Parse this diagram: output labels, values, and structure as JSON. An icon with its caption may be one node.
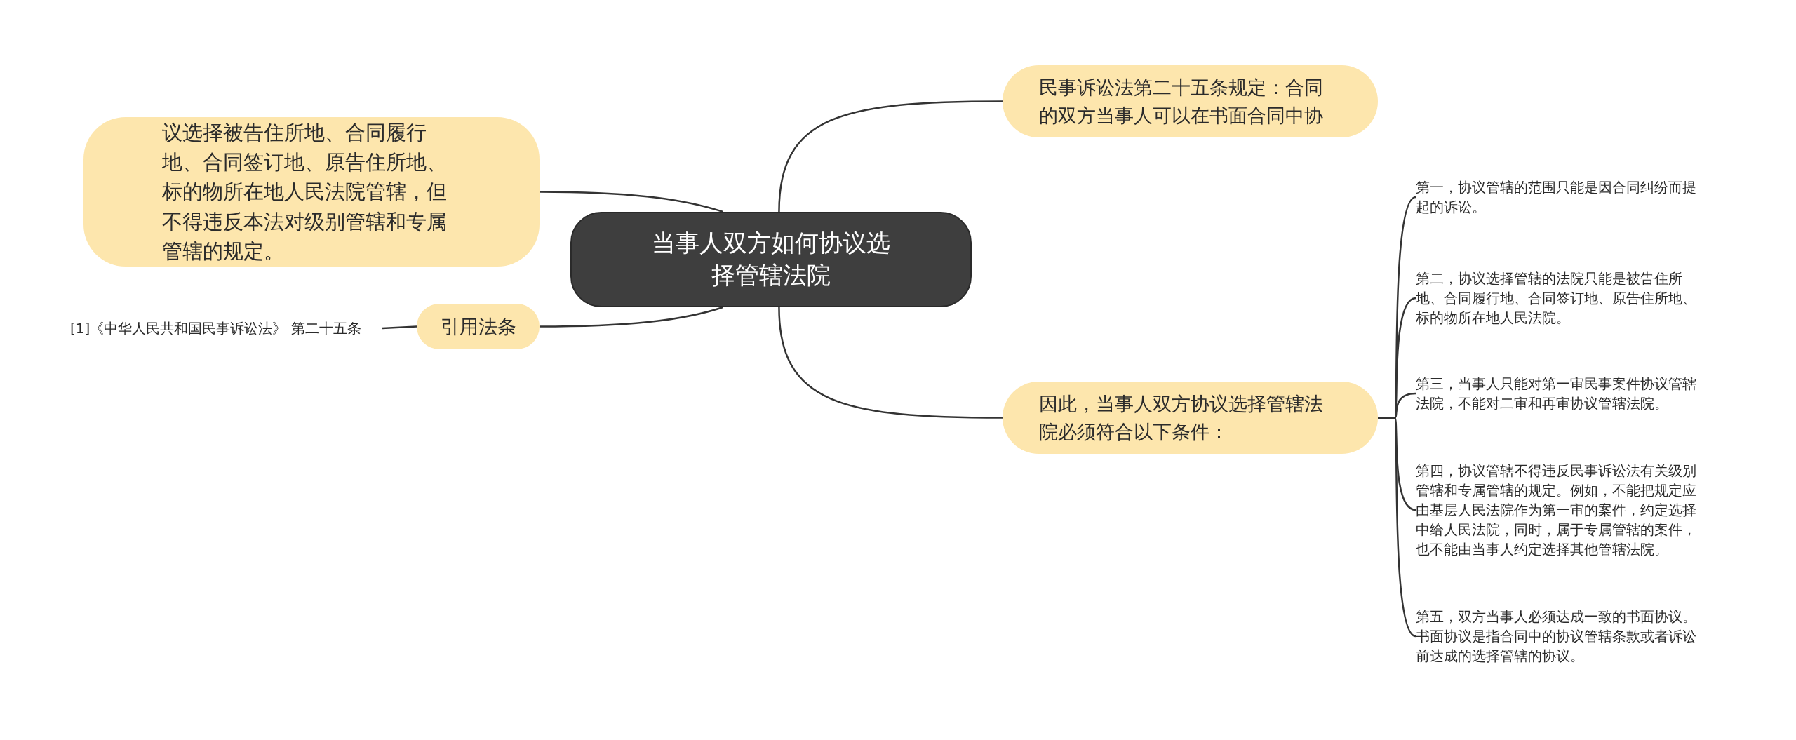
{
  "diagram": {
    "nodes": [
      {
        "text": [
          "当事人双方如何协议选择管辖法院"
        ]
      },
      {
        "text": [
          "民事诉讼法第二十五条规定：合同的双方当事人可以在书面合同中协"
        ]
      },
      {
        "text": [
          "因此，当事人双方协议选择管辖法院必须符合以下条件："
        ]
      },
      {
        "text": [
          "第一，协议管辖的范围只能是因合同纠纷而提起的诉讼。"
        ]
      },
      {
        "text": [
          "第二，协议选择管辖的法院只能是被告住所地、合同履行地、合同签订地、原告住所地、标的物所在地人民法院。"
        ]
      },
      {
        "text": [
          "第三，当事人只能对第一审民事案件协议管辖法院，不能对二审和再审协议管辖法院。"
        ]
      },
      {
        "text": [
          "第四，协议管辖不得违反民事诉讼法有关级别管辖和专属管辖的规定。例如，不能把规定应由基层人民法院作为第一审的案件，约定选择中给人民法院，同时，属于专属管辖的案件，也不能由当事人约定选择其他管辖法院。"
        ]
      },
      {
        "text": [
          "第五，双方当事人必须达成一致的书面协议。书面协议是指合同中的协议管辖条款或者诉讼前达成的选择管辖的协议。"
        ]
      },
      {
        "text": [
          "议选择被告住所地、合同履行地、合同签订地、原告住所地、标的物所在地人民法院管辖，但不得违反本法对级别管辖和专属管辖的规定。"
        ]
      },
      {
        "text": [
          "引用法条"
        ]
      },
      {
        "text": [
          "[1]《中华人民共和国民事诉讼法》 第二十五条"
        ]
      }
    ],
    "edges": [
      {
        "from": 0,
        "to": 1,
        "arrow": "none"
      },
      {
        "from": 0,
        "to": 2,
        "arrow": "none"
      },
      {
        "from": 2,
        "to": 3,
        "arrow": "none"
      },
      {
        "from": 2,
        "to": 4,
        "arrow": "none"
      },
      {
        "from": 2,
        "to": 5,
        "arrow": "none"
      },
      {
        "from": 2,
        "to": 6,
        "arrow": "none"
      },
      {
        "from": 2,
        "to": 7,
        "arrow": "none"
      },
      {
        "from": 0,
        "to": 8,
        "arrow": "none"
      },
      {
        "from": 0,
        "to": 9,
        "arrow": "none"
      },
      {
        "from": 9,
        "to": 10,
        "arrow": "none"
      }
    ]
  }
}
